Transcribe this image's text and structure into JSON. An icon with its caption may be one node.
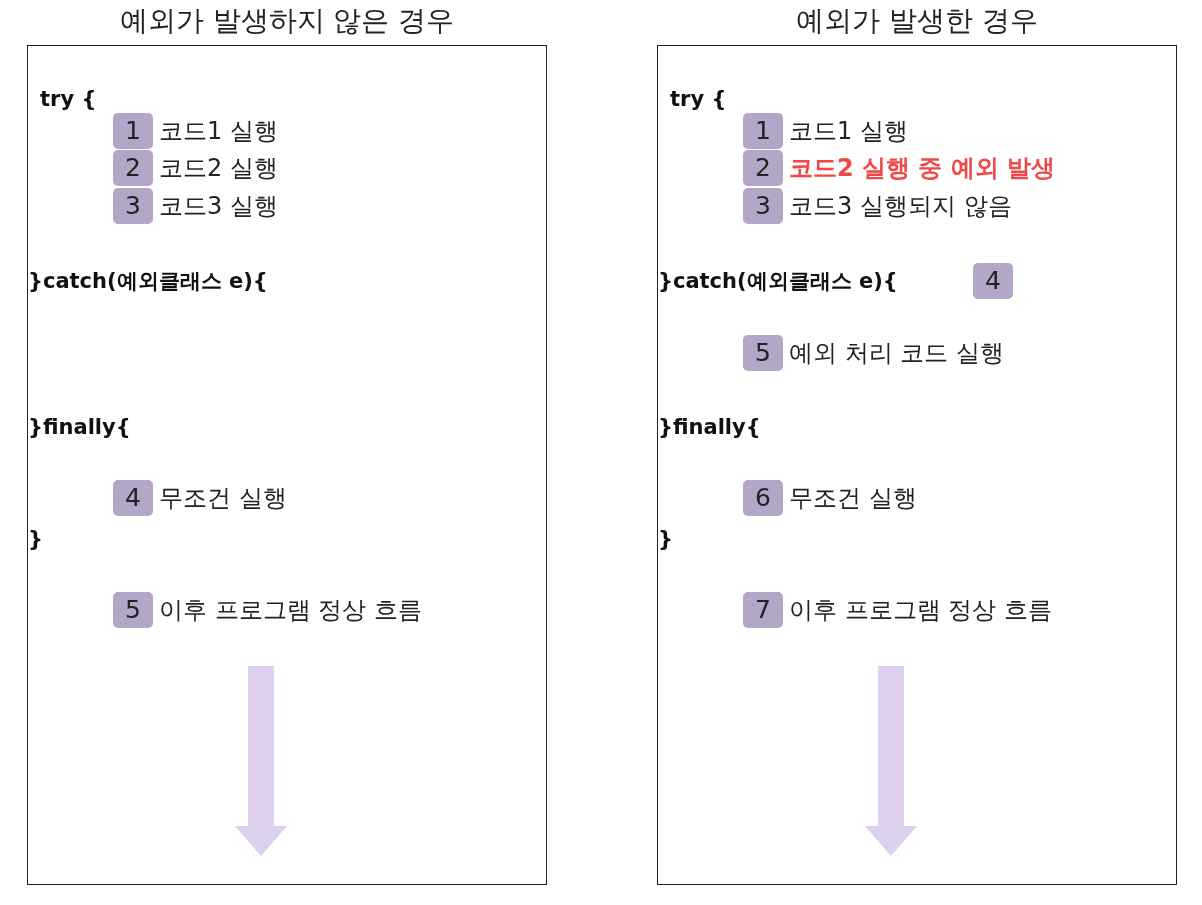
{
  "diagram": {
    "nodes": [
      {
        "text": [
          "예외가 발생하지 않은 경우"
        ]
      },
      {
        "text": [
          "1"
        ],
        "in": 0,
        "beside": [
          "코드1 실행"
        ]
      },
      {
        "text": [
          "2"
        ],
        "in": 0,
        "beside": [
          "코드2 실행"
        ]
      },
      {
        "text": [
          "3"
        ],
        "in": 0,
        "beside": [
          "코드3 실행"
        ]
      },
      {
        "text": [
          "4"
        ],
        "in": 0,
        "beside": [
          "무조건 실행"
        ]
      },
      {
        "text": [
          "5"
        ],
        "in": 0,
        "beside": [
          "이후 프로그램 정상 흐름"
        ]
      },
      {
        "text": [
          "예외가 발생한 경우"
        ]
      },
      {
        "text": [
          "1"
        ],
        "in": 6,
        "beside": [
          "코드1 실행"
        ]
      },
      {
        "text": [
          "2"
        ],
        "in": 6,
        "beside": [
          "코드2 실행 중 예외 발생"
        ]
      },
      {
        "text": [
          "3"
        ],
        "in": 6,
        "beside": [
          "코드3 실행되지 않음"
        ]
      },
      {
        "text": [
          "4"
        ],
        "in": 6
      },
      {
        "text": [
          "5"
        ],
        "in": 6,
        "beside": [
          "예외 처리 코드 실행"
        ]
      },
      {
        "text": [
          "6"
        ],
        "in": 6,
        "beside": [
          "무조건 실행"
        ]
      },
      {
        "text": [
          "7"
        ],
        "in": 6,
        "beside": [
          "이후 프로그램 정상 흐름"
        ]
      }
    ],
    "labels": [
      "try {",
      "}catch(예외클래스 e){",
      "}finally{",
      "}",
      "try {",
      "}catch(예외클래스 e){",
      "}finally{",
      "}"
    ]
  }
}
